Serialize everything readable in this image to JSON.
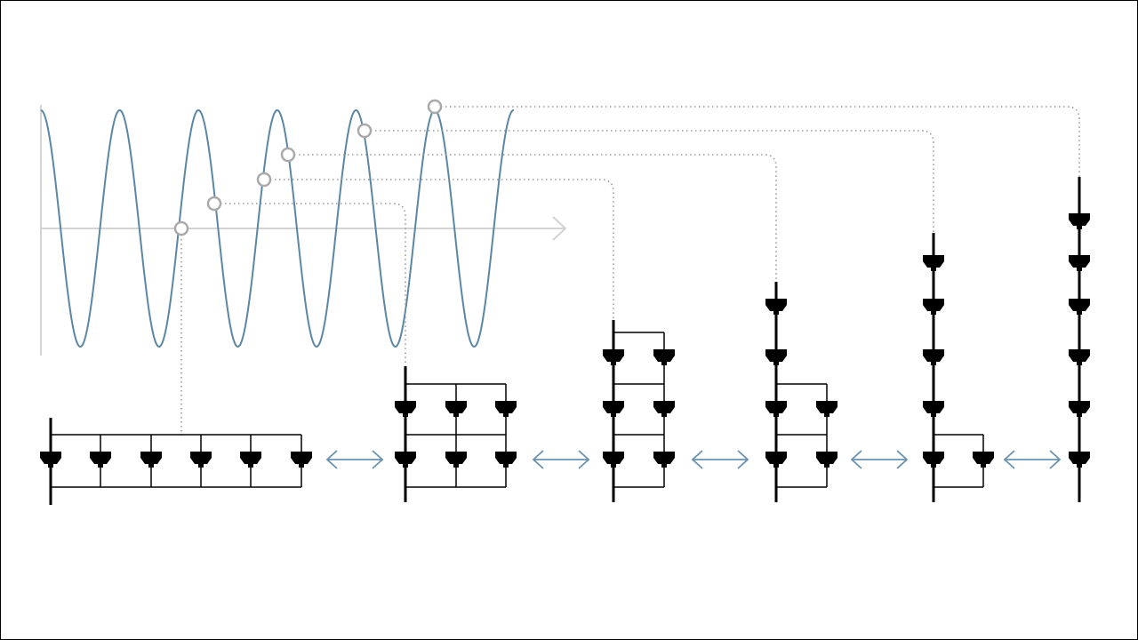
{
  "colors": {
    "wave": "#5b87a3",
    "axis": "#d3d3d3",
    "marker": "#aaaaaa",
    "leader": "#9a9a9a",
    "circuit": "#000000",
    "arrow": "#6a93b2"
  },
  "diagram": {
    "configurations": [
      {
        "series_cells": 1,
        "parallel_strings": 6
      },
      {
        "series_cells": 2,
        "parallel_strings": 3
      },
      {
        "series_cells": 3,
        "parallel_strings": 2
      },
      {
        "series_cells": 4,
        "parallel_strings": 2
      },
      {
        "series_cells": 5,
        "parallel_strings": 2
      },
      {
        "series_cells": 6,
        "parallel_strings": 1
      }
    ],
    "connector_arrows": [
      "bidirectional-arrow-icon",
      "bidirectional-arrow-icon",
      "bidirectional-arrow-icon",
      "bidirectional-arrow-icon",
      "bidirectional-arrow-icon"
    ],
    "cell_icon": "diode-cell-icon"
  }
}
